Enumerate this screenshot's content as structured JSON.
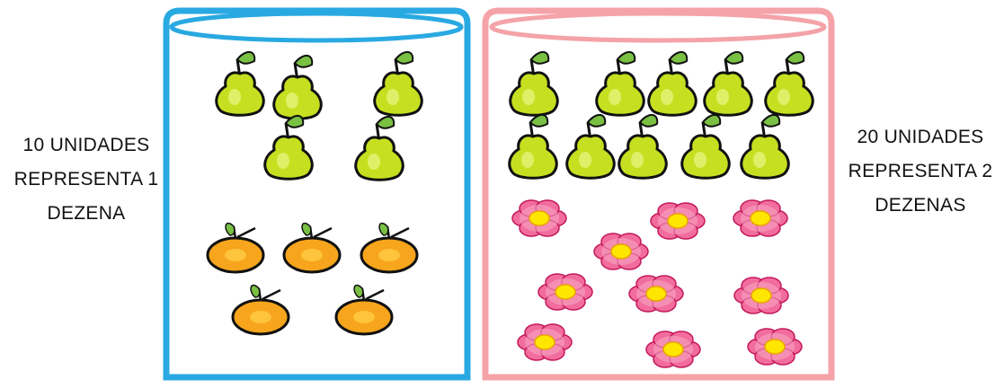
{
  "left_group": {
    "caption": [
      "10 UNIDADES",
      "REPRESENTA 1",
      "DEZENA"
    ],
    "jar_color": "#29a9e1",
    "pears": 5,
    "oranges": 5
  },
  "right_group": {
    "caption": [
      "20 UNIDADES",
      "REPRESENTA 2",
      "DEZENAS"
    ],
    "jar_color": "#f4a3a8",
    "pears": 10,
    "flowers": 10
  },
  "colors": {
    "pear_fill": "#c6e021",
    "leaf_fill": "#79c043",
    "orange_fill": "#f7a51c",
    "flower_petal": "#f26d9b",
    "flower_center": "#ffe600",
    "outline": "#111111"
  }
}
